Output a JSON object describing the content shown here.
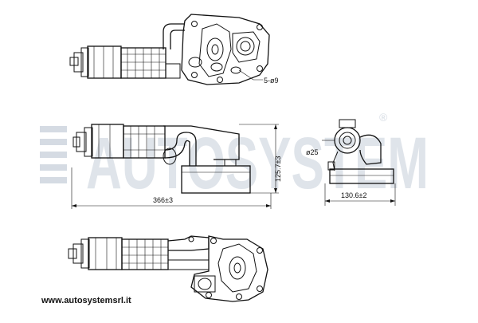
{
  "watermark": {
    "brand": "AUTOSYSTEM",
    "registered": "®"
  },
  "website": "www.autosystemsrl.it",
  "dimensions": {
    "holes": "5-ø9",
    "length": "366±3",
    "height": "125.7±3",
    "diameter": "ø25",
    "width": "130.6±2"
  }
}
